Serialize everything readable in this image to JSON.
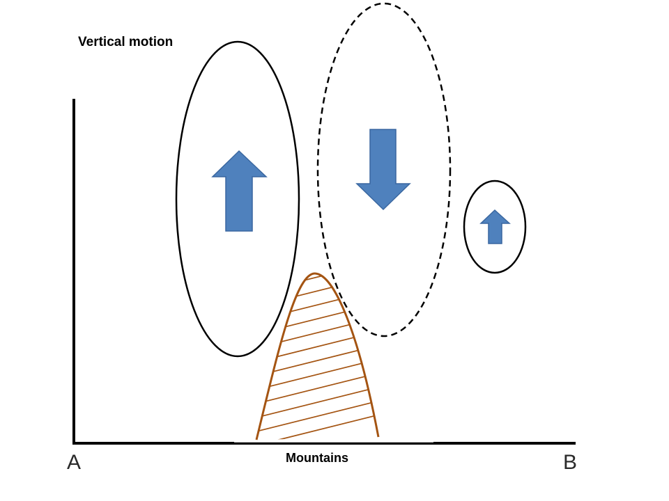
{
  "diagram": {
    "title": "Vertical motion",
    "mountain_label": "Mountains",
    "endpoint_start": "A",
    "endpoint_end": "B"
  },
  "colors": {
    "arrow": "#4f81bd",
    "arrow_outline": "#3a67a0",
    "mountain": "#a45412",
    "line": "#000000"
  },
  "cells": [
    {
      "name": "updraft-cell-large",
      "motion": "up",
      "outline": "solid"
    },
    {
      "name": "downdraft-cell",
      "motion": "down",
      "outline": "dashed"
    },
    {
      "name": "updraft-cell-small",
      "motion": "up",
      "outline": "solid"
    }
  ]
}
